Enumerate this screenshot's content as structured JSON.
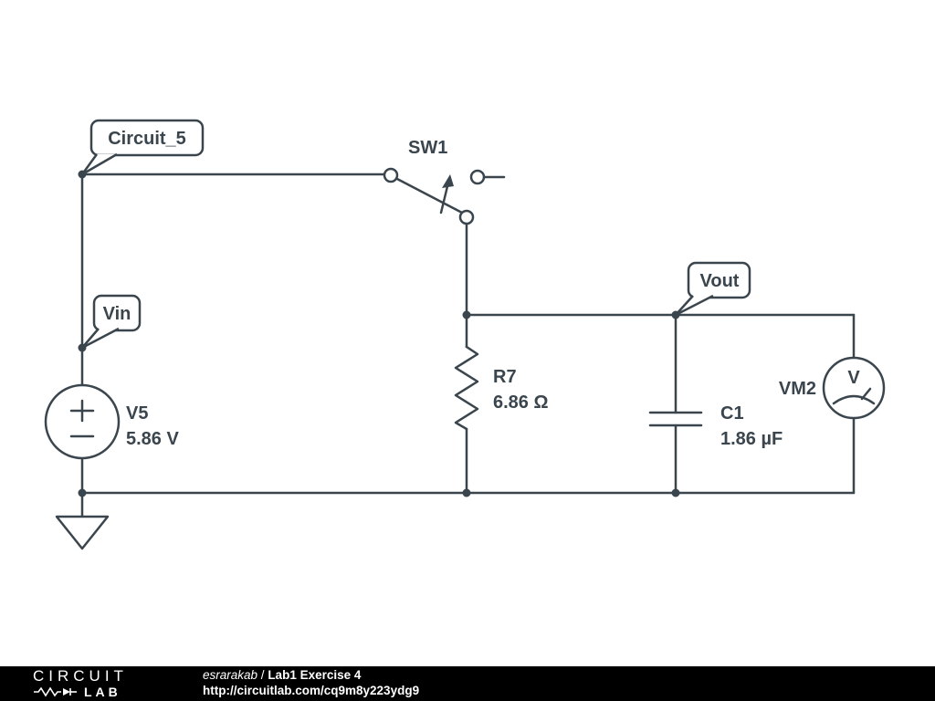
{
  "colors": {
    "wire": "#3a454d",
    "background": "#ffffff",
    "footer_background": "#000000",
    "footer_text": "#ffffff"
  },
  "net_labels": {
    "circuit": {
      "text": "Circuit_5"
    },
    "vin": {
      "text": "Vin"
    },
    "vout": {
      "text": "Vout"
    }
  },
  "components": {
    "sw1": {
      "label": "SW1"
    },
    "r7": {
      "label": "R7",
      "value": "6.86 Ω"
    },
    "v5": {
      "label": "V5",
      "value": "5.86 V"
    },
    "c1": {
      "label": "C1",
      "value": "1.86 µF"
    },
    "vm2": {
      "label": "VM2",
      "meter_letter": "V"
    }
  },
  "footer": {
    "logo_line1": "CIRCUIT",
    "logo_line2": "LAB",
    "author": "esrarakab",
    "divider": " / ",
    "title": "Lab1 Exercise 4",
    "url": "http://circuitlab.com/cq9m8y223ydg9"
  }
}
